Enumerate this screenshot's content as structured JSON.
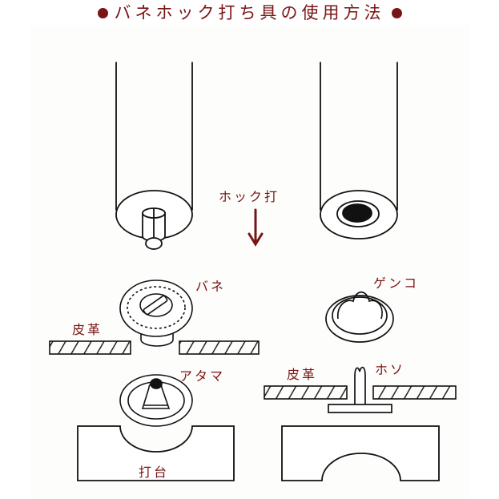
{
  "title": "バネホック打ち具の使用方法",
  "labels": {
    "hock_uchi": "ホック打",
    "bane": "バネ",
    "hikaku_left": "皮革",
    "atama": "アタマ",
    "uchidai": "打台",
    "genko": "ゲンコ",
    "hikaku_right": "皮革",
    "hoso": "ホソ"
  },
  "colors": {
    "accent": "#7a1414",
    "line": "#111111",
    "background": "#ffffff"
  }
}
